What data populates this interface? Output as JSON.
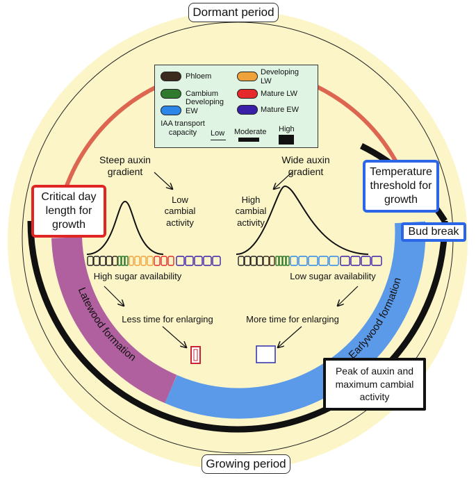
{
  "labels": {
    "dormant_period": "Dormant period",
    "growing_period": "Growing period",
    "critical_day": "Critical day length for growth",
    "temperature_threshold": "Temperature threshold for growth",
    "bud_break": "Bud break",
    "peak_auxin": "Peak of auxin  and maximum cambial activity",
    "latewood_formation": "Latewood formation",
    "earlywood_formation": "Earlywood formation",
    "steep_auxin": "Steep auxin gradient",
    "wide_auxin": "Wide auxin gradient",
    "low_cambial": "Low cambial activity",
    "high_cambial": "High cambial activity",
    "high_sugar": "High sugar availability",
    "low_sugar": "Low sugar availability",
    "less_time": "Less time for enlarging",
    "more_time": "More time for enlarging"
  },
  "legend": {
    "items": [
      {
        "label": "Phloem",
        "color": "#3b2a1e"
      },
      {
        "label": "Developing LW",
        "color": "#f0a23a"
      },
      {
        "label": "Cambium",
        "color": "#2f7a2f"
      },
      {
        "label": "Mature LW",
        "color": "#e42a2a"
      },
      {
        "label": "Developing EW",
        "color": "#2b86e8"
      },
      {
        "label": "Mature EW",
        "color": "#3a1fa8"
      }
    ],
    "transport_label": "IAA transport capacity",
    "levels": [
      "Low",
      "Moderate",
      "High"
    ]
  },
  "colors": {
    "background_disc": "#fbf5c8",
    "latewood_arc": "#b0609e",
    "earlywood_arc": "#5b9ae8",
    "red_arc": "#dd6651",
    "black_arc": "#111111",
    "critical_border": "#e02525",
    "temperature_border": "#2a66e6",
    "legend_bg": "#dff4e3"
  }
}
